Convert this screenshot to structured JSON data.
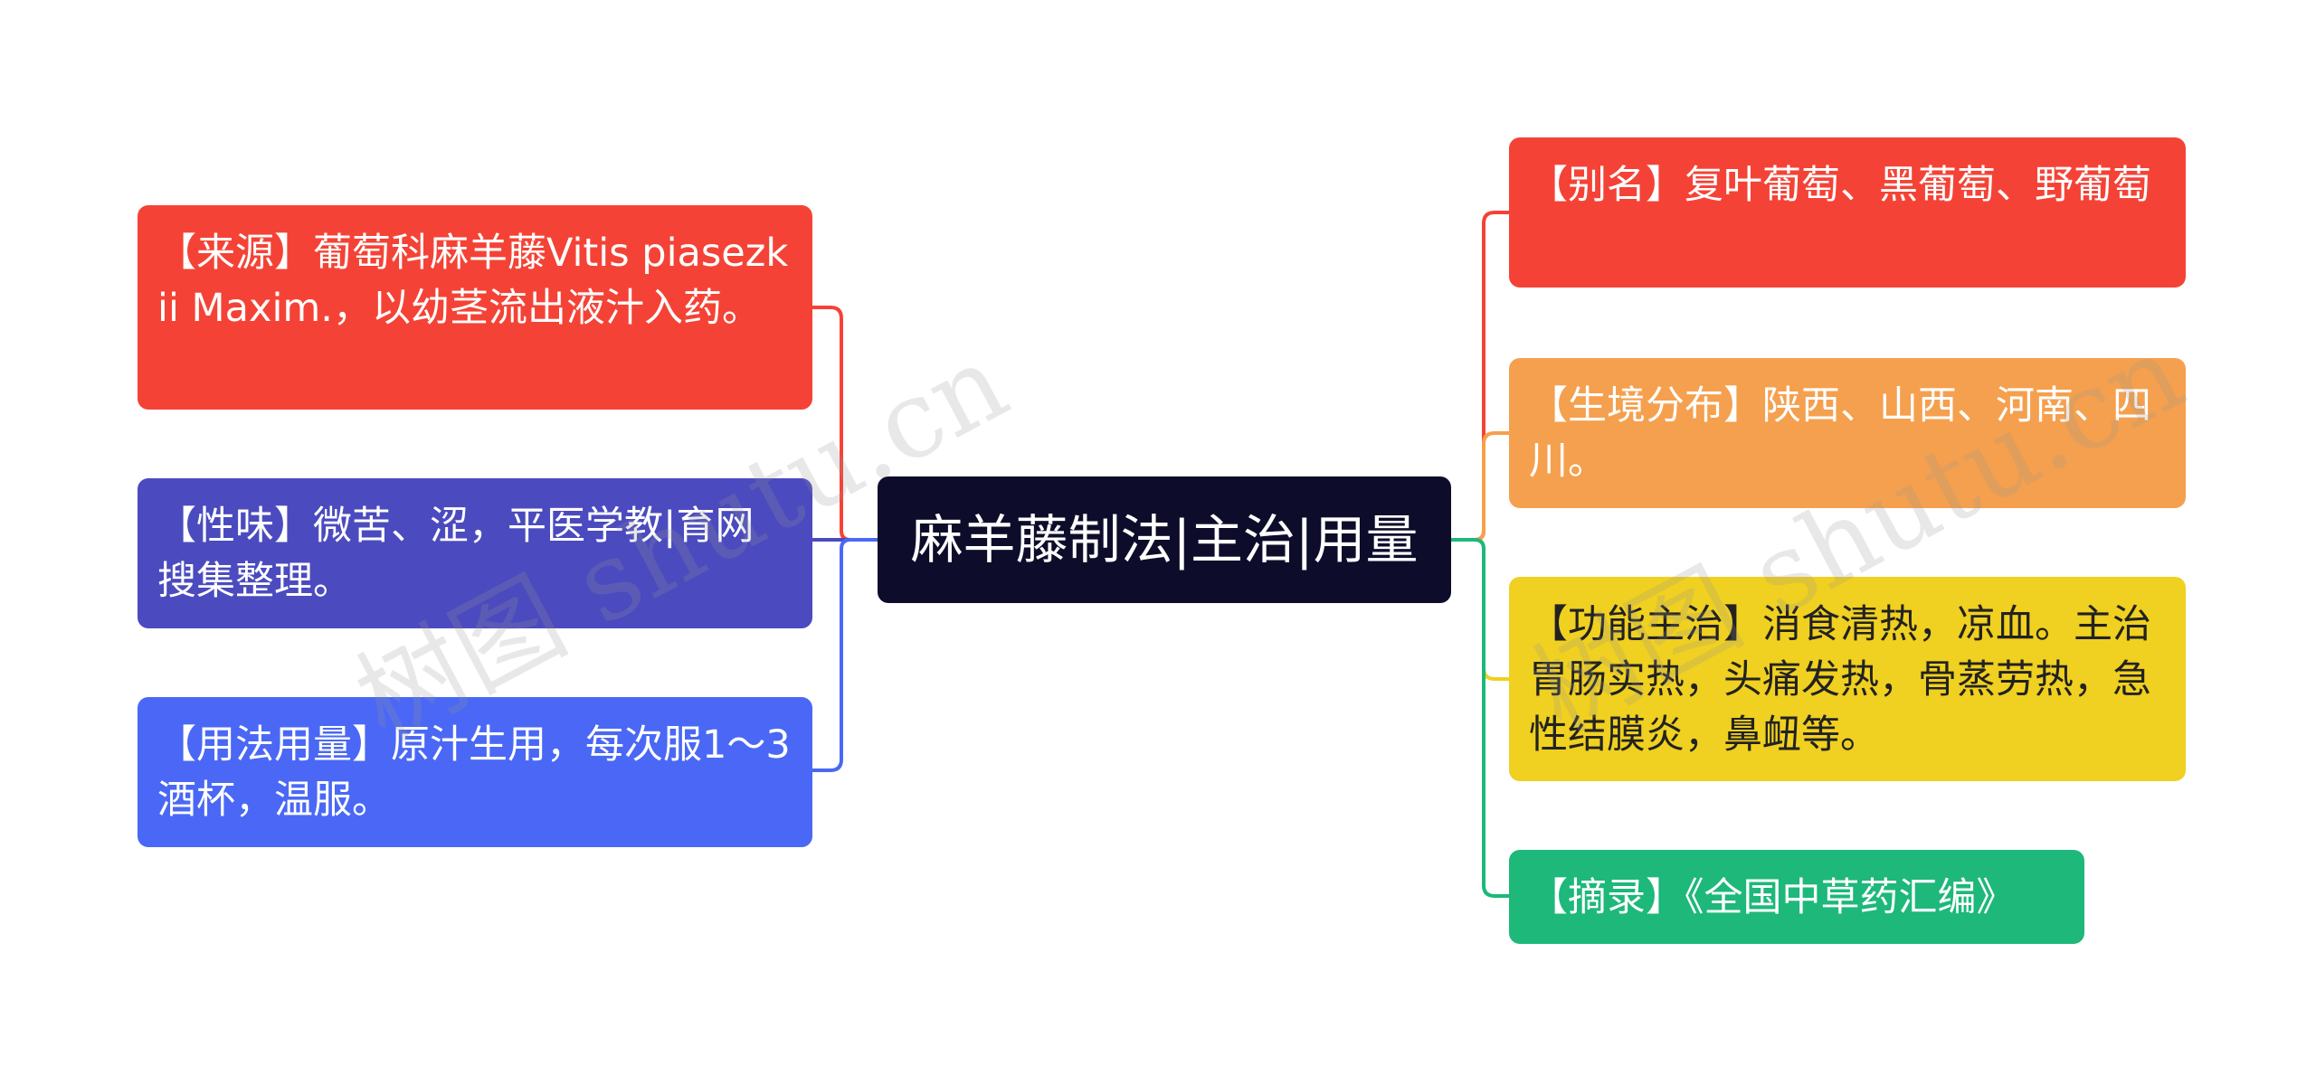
{
  "center": {
    "label": "麻羊藤制法|主治|用量",
    "color": "#0d0d2b"
  },
  "left_nodes": [
    {
      "id": "source",
      "label": "【来源】葡萄科麻羊藤Vitis piasezkii Maxim.，以幼茎流出液汁入药。",
      "color": "#f44336"
    },
    {
      "id": "nature",
      "label": "【性味】微苦、涩，平医学教|育网搜集整理。",
      "color": "#4b4bbf"
    },
    {
      "id": "usage",
      "label": "【用法用量】原汁生用，每次服1～3酒杯，温服。",
      "color": "#4a68f5"
    }
  ],
  "right_nodes": [
    {
      "id": "alias",
      "label": "【别名】复叶葡萄、黑葡萄、野葡萄",
      "color": "#f44336"
    },
    {
      "id": "habitat",
      "label": "【生境分布】陕西、山西、河南、四川。",
      "color": "#f5a04e"
    },
    {
      "id": "function",
      "label": "【功能主治】消食清热，凉血。主治胃肠实热，头痛发热，骨蒸劳热，急性结膜炎，鼻衄等。",
      "color": "#f0d020"
    },
    {
      "id": "excerpt",
      "label": "【摘录】《全国中草药汇编》",
      "color": "#1db87a"
    }
  ],
  "watermarks": [
    "树图 shutu.cn",
    "树图 shutu.cn"
  ]
}
